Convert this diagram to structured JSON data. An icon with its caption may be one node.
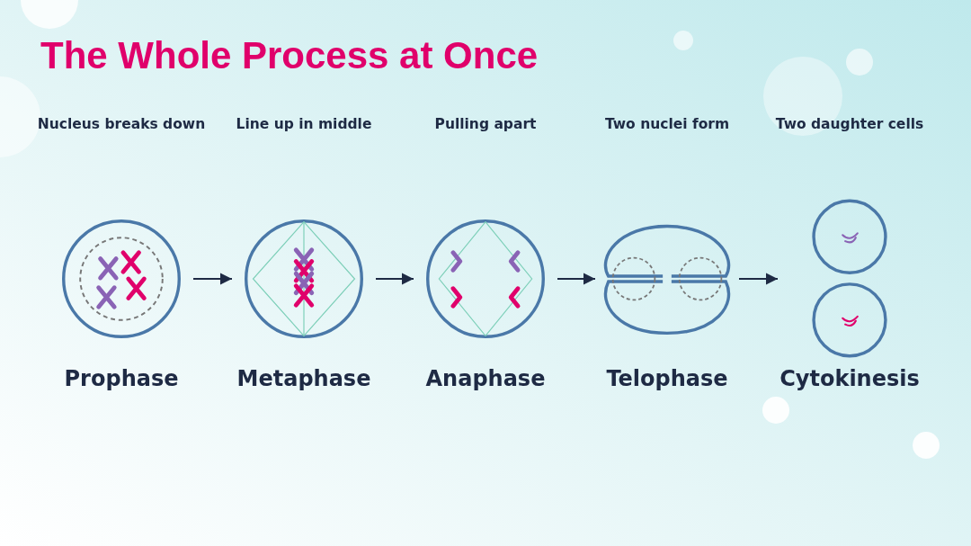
{
  "diagram": {
    "title": "The Whole Process at Once",
    "nodes": [
      {
        "text": [
          "Prophase"
        ]
      },
      {
        "text": [
          "Metaphase"
        ]
      },
      {
        "text": [
          "Anaphase"
        ]
      },
      {
        "text": [
          "Telophase"
        ]
      },
      {
        "text": [
          "Cytokinesis"
        ]
      }
    ],
    "edges": [
      {
        "from": 0,
        "to": 1,
        "arrow": "to"
      },
      {
        "from": 1,
        "to": 2,
        "arrow": "to"
      },
      {
        "from": 2,
        "to": 3,
        "arrow": "to"
      },
      {
        "from": 3,
        "to": 4,
        "arrow": "to"
      }
    ],
    "labels": [
      "Nucleus breaks down",
      "Line up in middle",
      "Pulling apart",
      "Two nuclei form",
      "Two daughter cells"
    ]
  }
}
